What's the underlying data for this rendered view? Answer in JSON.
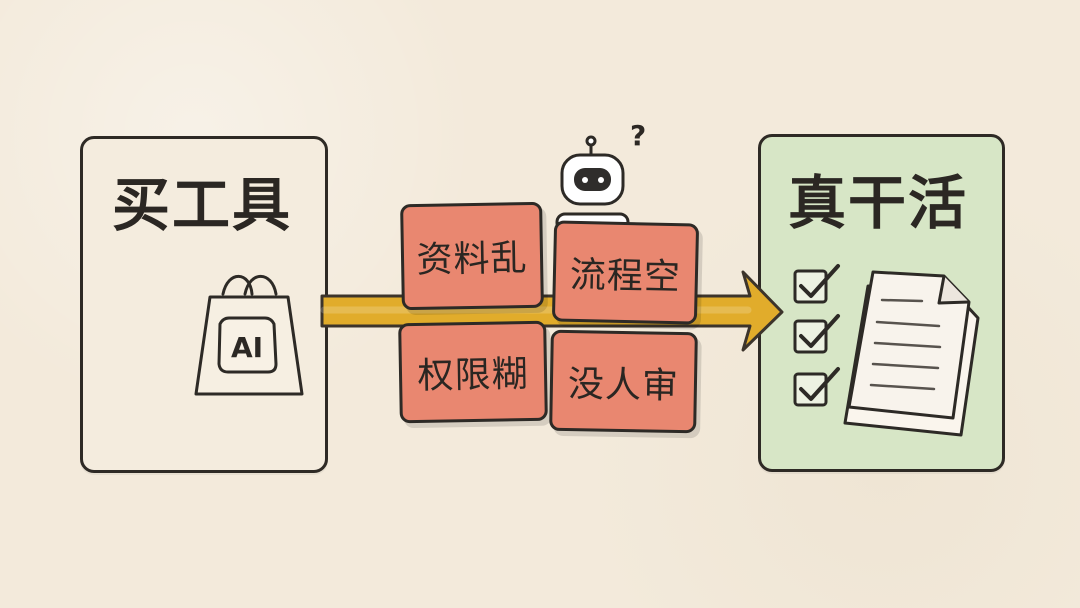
{
  "left_panel": {
    "title": "买工具",
    "bag_text": "AI"
  },
  "center": {
    "robot_symbol": "?",
    "issues": [
      "资料乱",
      "流程空",
      "权限糊",
      "没人审"
    ]
  },
  "right_panel": {
    "title": "真干活"
  },
  "icons": {
    "left_icon": "shopping-bag-icon",
    "robot_icon": "robot-icon",
    "arrow_icon": "arrow-icon",
    "checkbox_icon": "checkbox-icon",
    "document_icon": "document-icon"
  },
  "colors": {
    "background": "#f3eadb",
    "left_panel": "#f4ecde",
    "right_panel": "#d7e6c6",
    "issue_cards": "#e98770",
    "arrow": "#e1ac2b",
    "outline": "#2d2a26"
  }
}
